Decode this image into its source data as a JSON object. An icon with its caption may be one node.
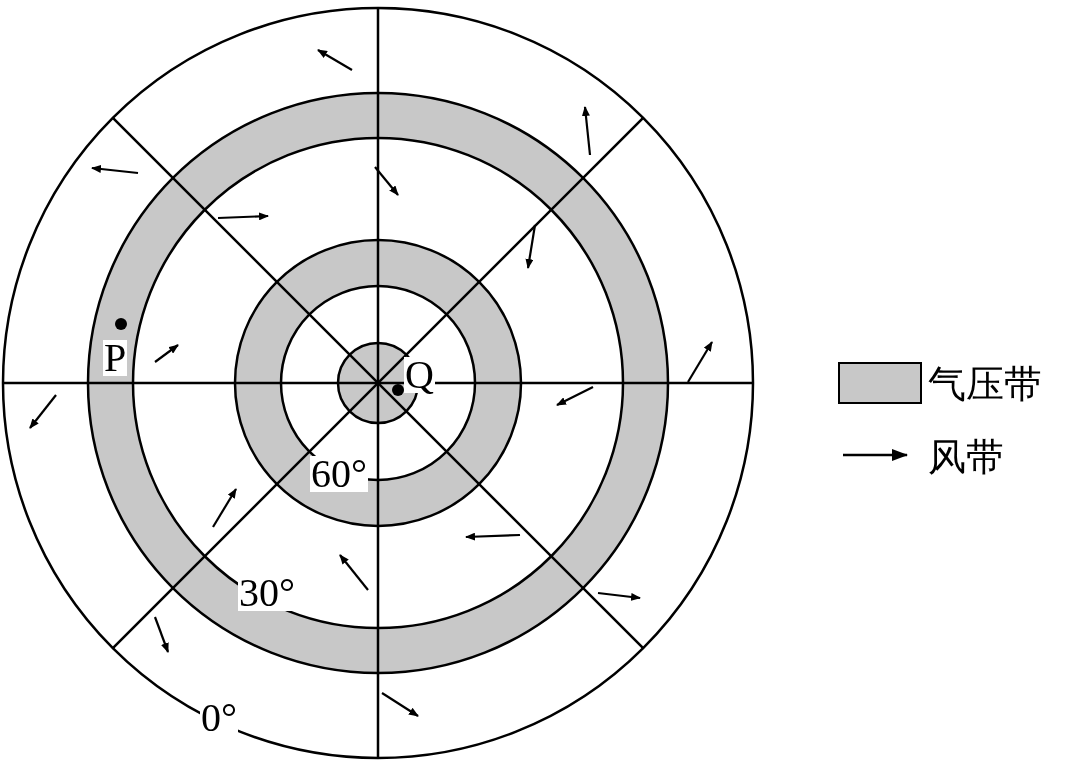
{
  "diagram": {
    "labels": [
      "P",
      "Q",
      "60°",
      "30°",
      "0°"
    ],
    "legend": [
      {
        "text": "气压带",
        "color": "#c8c8c8"
      },
      {
        "text": "风带"
      }
    ]
  }
}
